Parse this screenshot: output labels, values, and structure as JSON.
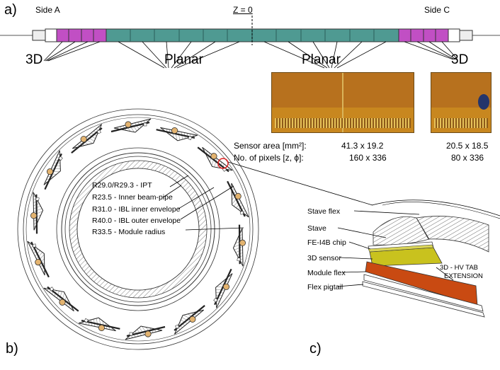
{
  "panel_a": {
    "label": "a)",
    "side_a": "Side A",
    "side_c": "Side C",
    "z_label": "Z = 0",
    "label_3d_left": "3D",
    "label_planar_left": "Planar",
    "label_planar_right": "Planar",
    "label_3d_right": "3D"
  },
  "specs": {
    "area_label": "Sensor area [mm²]:",
    "pixels_label": "No. of pixels [z, ϕ]:",
    "planar_area": "41.3 x 19.2",
    "planar_pixels": "160 x 336",
    "d3_area": "20.5 x 18.5",
    "d3_pixels": "80 x 336"
  },
  "panel_b": {
    "label": "b)",
    "radii": [
      "R29.0/R29.3 - IPT",
      "R23.5 - Inner beam-pipe",
      "R31.0 - IBL inner envelope",
      "R40.0 - IBL outer envelope",
      "R33.5 - Module radius"
    ]
  },
  "panel_c": {
    "label": "c)",
    "layers": [
      "Stave flex",
      "Stave",
      "FE-I4B chip",
      "3D sensor",
      "Module flex",
      "Flex pigtail"
    ],
    "hv_tab_line1": "3D - HV TAB",
    "hv_tab_line2": "EXTENSION"
  },
  "colors": {
    "planar_module": "#4f9a92",
    "module_3d": "#c14fc4",
    "sensor_3d": "#c9c21e",
    "hv_tab": "#c94a12",
    "chip_gold": "#c8871f"
  }
}
